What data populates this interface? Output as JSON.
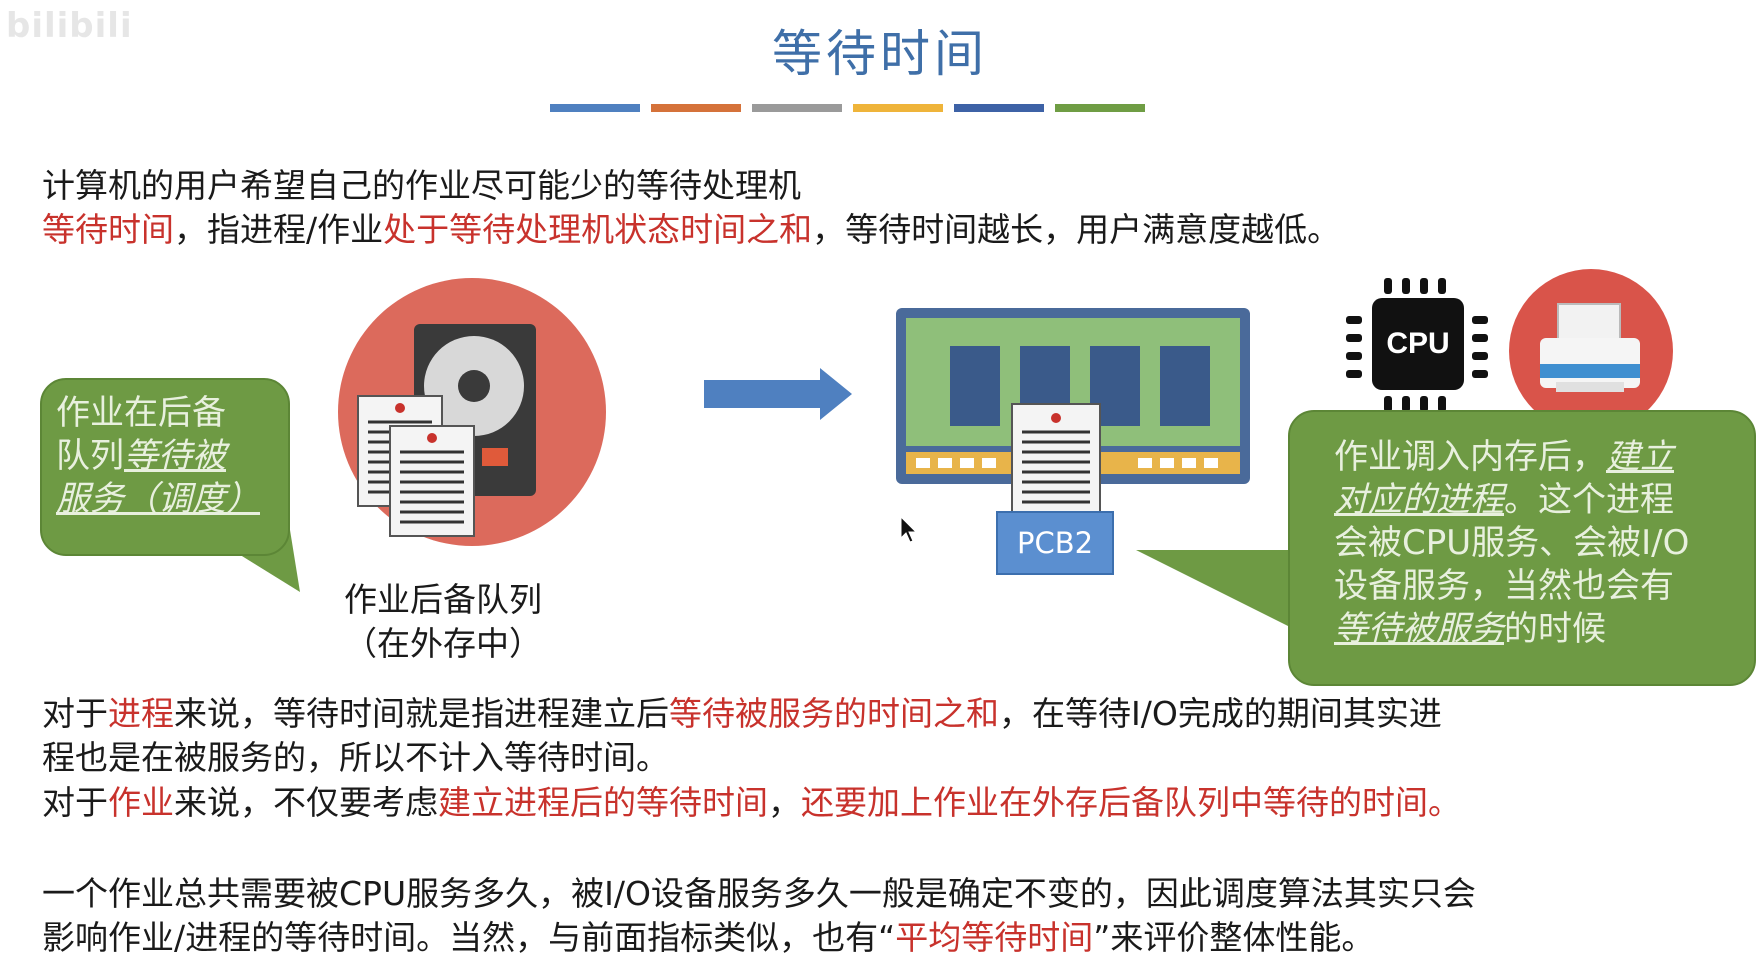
{
  "watermark": "bilibili",
  "title": "等待时间",
  "color_bar": [
    "#4f80c0",
    "#d5723a",
    "#9a9a9a",
    "#efb43a",
    "#3d62a6",
    "#6f9d44"
  ],
  "intro": {
    "line1": "计算机的用户希望自己的作业尽可能少的等待处理机",
    "line2": {
      "p1": "等待时间",
      "p2": "，指进程/作业",
      "p3": "处于等待处理机状态时间之和",
      "p4": "，等待时间越长，用户满意度越低。"
    }
  },
  "left_bubble": {
    "line1": "作业在后备",
    "line2_a": "队列",
    "line2_b": "等待被",
    "line3": "服务（调度）"
  },
  "queue_caption": {
    "line1": "作业后备队列",
    "line2": "（在外存中）"
  },
  "pcb_label": "PCB2",
  "cpu_label": "CPU",
  "right_bubble": {
    "l1_a": "作业调入内存后，",
    "l1_b": "建立",
    "l2_a": "对应的进程",
    "l2_b": "。这个进程",
    "l3": "会被CPU服务、会被I/O",
    "l4": "设备服务，当然也会有",
    "l5_a": "等待被服务",
    "l5_b": "的时候"
  },
  "para_process": {
    "a": "对于",
    "b": "进程",
    "c": "来说，等待时间就是指进程建立后",
    "d": "等待被服务的时间之和",
    "e": "，在等待I/O完成的期间其实进",
    "line2": "程也是在被服务的，所以不计入等待时间。"
  },
  "para_job": {
    "a": "对于",
    "b": "作业",
    "c": "来说，不仅要考虑",
    "d": "建立进程后的等待时间",
    "e": "，",
    "f": "还要加上作业在外存后备队列中等待的时间",
    "g": "。"
  },
  "para_summary": {
    "line1": "一个作业总共需要被CPU服务多久，被I/O设备服务多久一般是确定不变的，因此调度算法其实只会",
    "line2_a": "影响作业/进程的等待时间。当然，与前面指标类似，也有“",
    "line2_b": "平均等待时间",
    "line2_c": "”来评价整体性能。"
  }
}
